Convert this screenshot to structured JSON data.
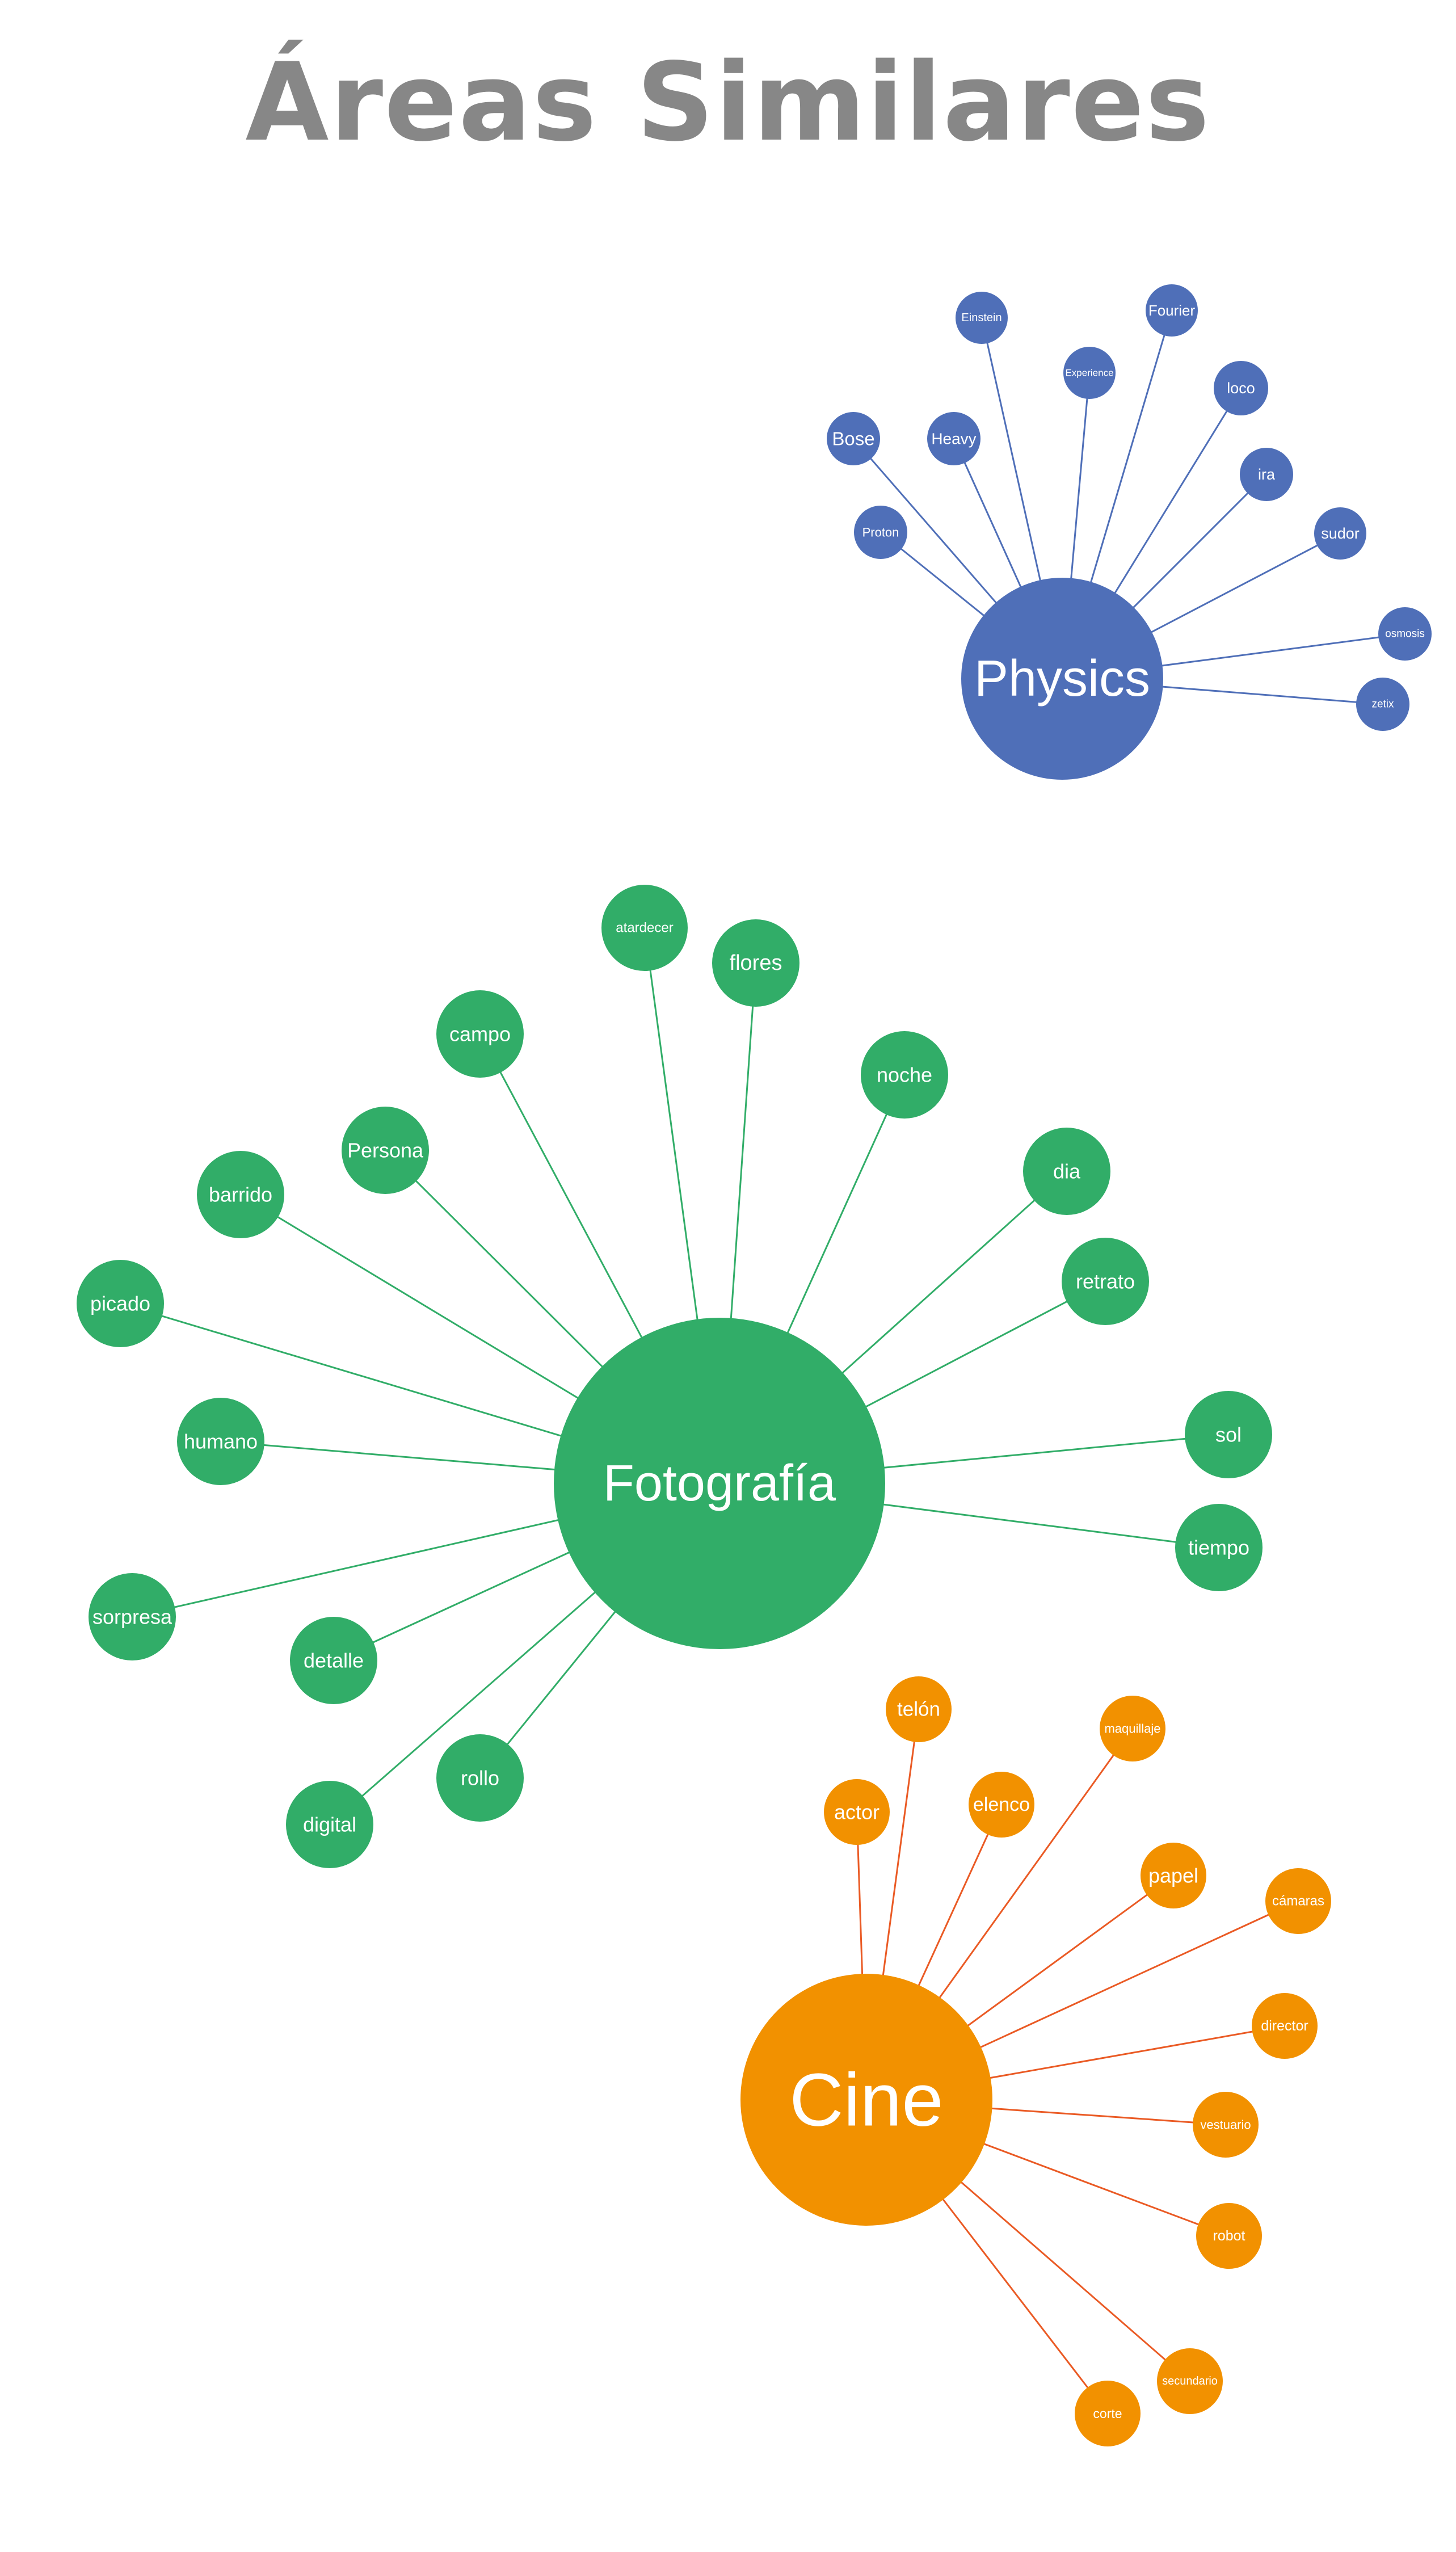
{
  "title": "Áreas Similares",
  "colors": {
    "title": "#878787",
    "label": "#ffffff"
  },
  "clusters": [
    {
      "id": "physics",
      "label": "Physics",
      "color": "#4f6fb8",
      "line_color": "#4f6fb8",
      "nodes": [
        "Einstein",
        "Fourier",
        "Experience",
        "loco",
        "Bose",
        "Heavy",
        "ira",
        "Proton",
        "sudor",
        "osmosis",
        "zetix"
      ]
    },
    {
      "id": "fotografia",
      "label": "Fotografía",
      "color": "#31ad68",
      "line_color": "#31ad68",
      "nodes": [
        "atardecer",
        "flores",
        "campo",
        "noche",
        "Persona",
        "dia",
        "barrido",
        "retrato",
        "picado",
        "sol",
        "humano",
        "tiempo",
        "sorpresa",
        "detalle",
        "rollo",
        "digital"
      ]
    },
    {
      "id": "cine",
      "label": "Cine",
      "color": "#f29100",
      "line_color": "#ea5a24",
      "nodes": [
        "telón",
        "maquillaje",
        "actor",
        "elenco",
        "papel",
        "cámaras",
        "director",
        "vestuario",
        "robot",
        "secundario",
        "corte"
      ]
    }
  ]
}
